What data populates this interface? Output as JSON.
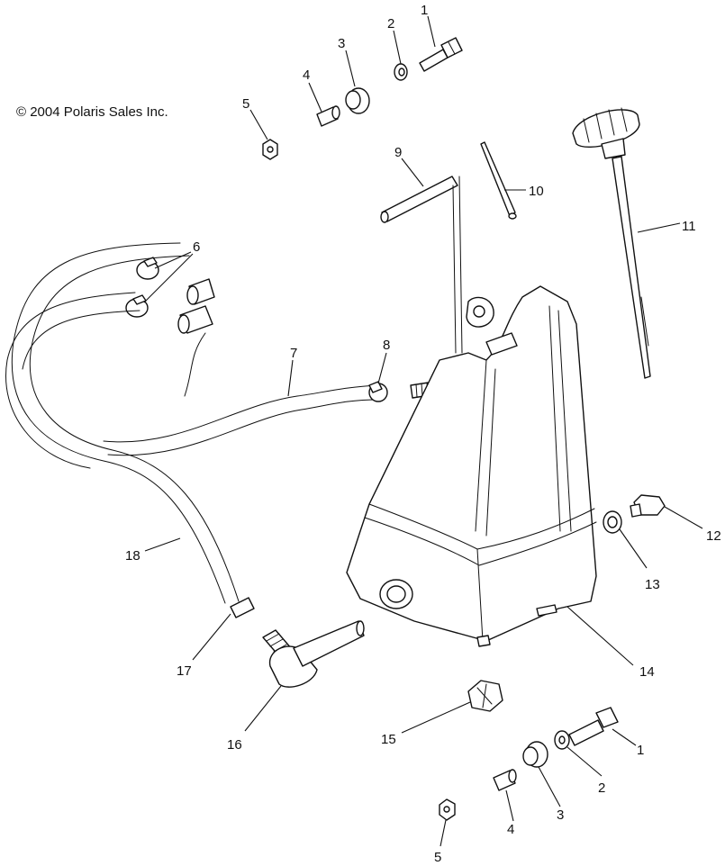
{
  "copyright": "© 2004 Polaris Sales Inc.",
  "callouts": [
    "1",
    "2",
    "3",
    "4",
    "5",
    "6",
    "7",
    "8",
    "9",
    "10",
    "11",
    "12",
    "13",
    "14",
    "15",
    "16",
    "17",
    "18",
    "1",
    "2",
    "3",
    "4",
    "5"
  ]
}
